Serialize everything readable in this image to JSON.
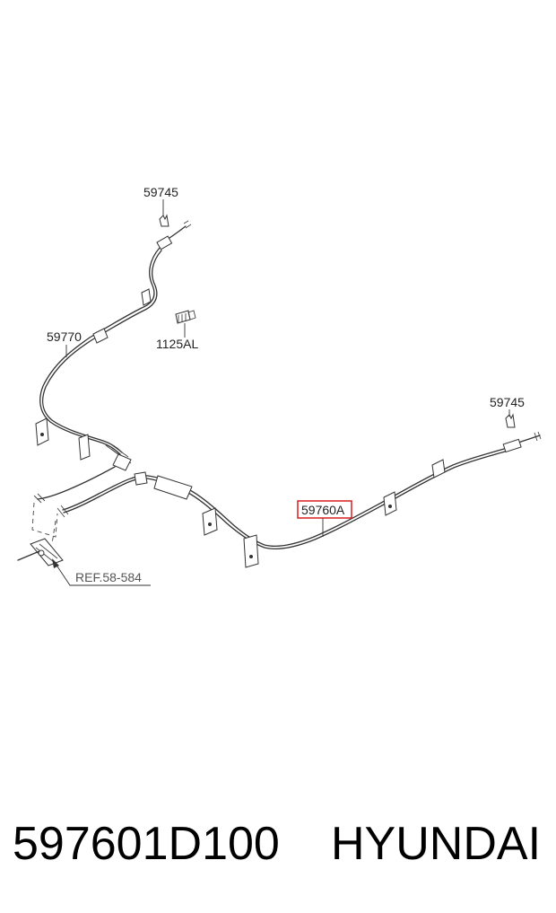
{
  "callouts": {
    "clip_upper": "59745",
    "clip_right": "59745",
    "cable_left": "59770",
    "bolt": "1125AL",
    "cable_right": "59760A",
    "reference": "REF.58-584"
  },
  "caption": {
    "part_number": "597601D100",
    "brand": "HYUNDAI"
  },
  "colors": {
    "highlight": "#d81e1e",
    "line": "#333333"
  }
}
